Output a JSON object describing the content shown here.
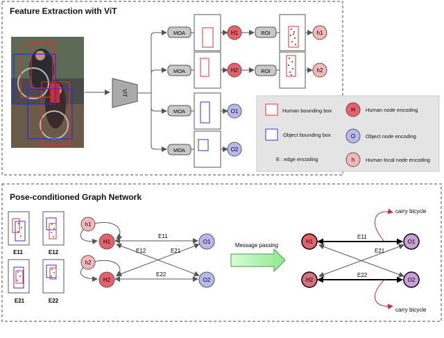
{
  "panel_top": {
    "title": "Feature Extraction with ViT",
    "vit_label": "ViT",
    "moa_label": "MOA",
    "roi_label": "ROI",
    "nodes": {
      "H1": "H1",
      "H2": "H2",
      "O1": "O1",
      "O2": "O2",
      "h1": "h1",
      "h2": "h2"
    }
  },
  "legend": {
    "human_box": "Human bounding box",
    "object_box": "Object bounding box",
    "edge": "E : edge encoding",
    "human_node": "Human node encoding",
    "object_node": "Object node encoding",
    "local_node": "Human local node encoding",
    "H": "H",
    "O": "O",
    "h": "h"
  },
  "panel_bottom": {
    "title": "Pose-conditioned Graph Network",
    "thumbs": [
      "E11",
      "E12",
      "E21",
      "E22"
    ],
    "edges": {
      "E11": "E11",
      "E12": "E12",
      "E21": "E21",
      "E22": "E22"
    },
    "message_passing": "Message passing",
    "carry_top": "carry bicycle",
    "carry_bottom": "carry bicycle"
  },
  "colors": {
    "human": "#e8606a",
    "object": "#b8b8ee",
    "local": "#f4b8b8",
    "human_box": "#e03030",
    "object_box": "#3030d0",
    "green_arrow": "#a8f0a8"
  }
}
